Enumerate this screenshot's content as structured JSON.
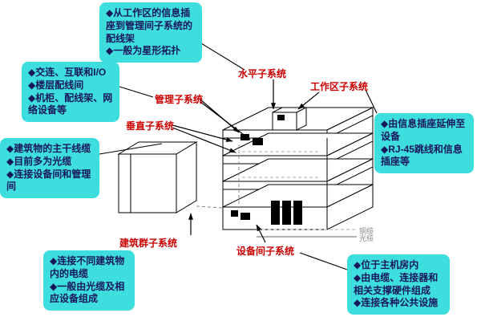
{
  "labels": {
    "horizontal": "水平子系统",
    "work_area": "工作区子系统",
    "management": "管理子系统",
    "vertical": "垂直子系统",
    "campus": "建筑群子系统",
    "equipment_room": "设备间子系统"
  },
  "callouts": {
    "horizontal": {
      "items": [
        "◆从工作区的信息插座到管理间子系统的配线架",
        "◆一般为星形拓扑"
      ]
    },
    "management": {
      "items": [
        "◆交连、互联和I/O",
        "◆楼层配线间",
        "◆机柜、配线架、网络设备等"
      ]
    },
    "vertical": {
      "items": [
        "◆建筑物的主干线缆",
        "◆目前多为光缆",
        "◆连接设备间和管理间"
      ]
    },
    "work_area": {
      "items": [
        "◆由信息插座延伸至设备",
        "◆RJ-45跳线和信息插座等"
      ]
    },
    "campus": {
      "items": [
        "◆连接不同建筑物内的电缆",
        "◆一般由光缆及相应设备组成"
      ]
    },
    "equipment_room": {
      "items": [
        "◆位于主机房内",
        "◆由电缆、连接器和相关支撑硬件组成",
        "◆连接各种公共设施"
      ]
    }
  },
  "legend": {
    "copper": "铜缆",
    "fiber": "光缆"
  },
  "colors": {
    "callout_bg": "#3fdede",
    "callout_text": "#17175c",
    "label_red": "#cc0000",
    "copper_line": "#aaaaaa",
    "fiber_line": "#666666"
  }
}
